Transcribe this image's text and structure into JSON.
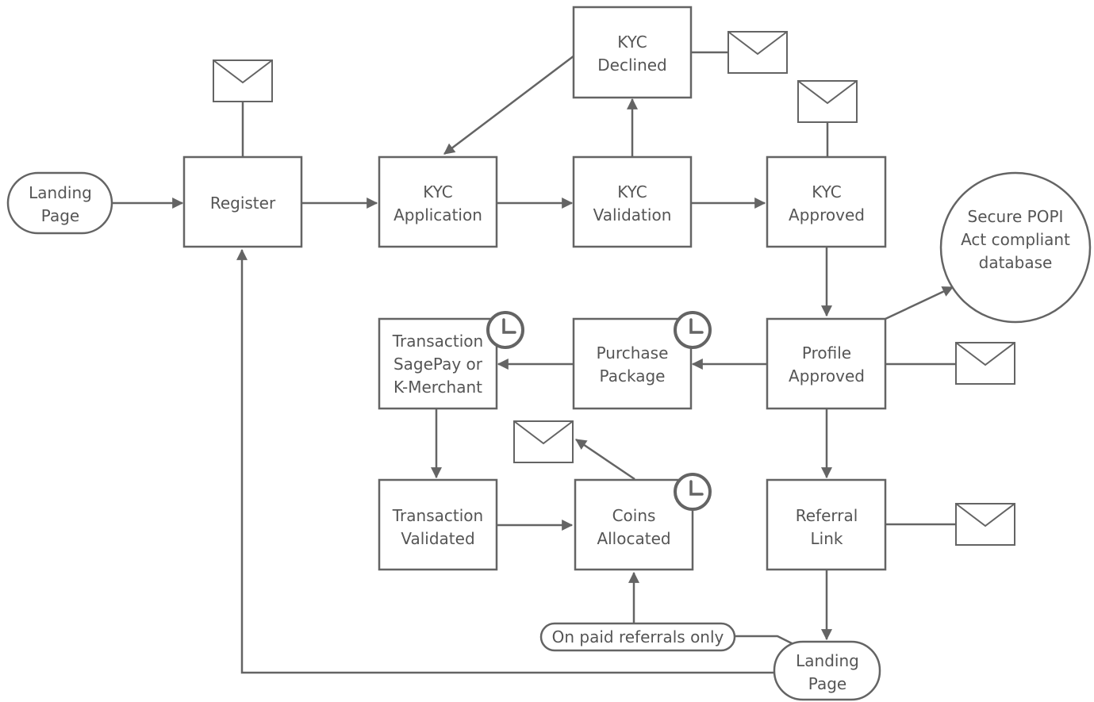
{
  "diagram": {
    "nodes": {
      "landing_start": [
        "Landing",
        "Page"
      ],
      "register": [
        "Register"
      ],
      "kyc_application": [
        "KYC",
        "Application"
      ],
      "kyc_validation": [
        "KYC",
        "Validation"
      ],
      "kyc_declined": [
        "KYC",
        "Declined"
      ],
      "kyc_approved": [
        "KYC",
        "Approved"
      ],
      "secure_db": [
        "Secure POPI",
        "Act compliant",
        "database"
      ],
      "profile_approved": [
        "Profile",
        "Approved"
      ],
      "purchase_package": [
        "Purchase",
        "Package"
      ],
      "transaction_sagepay": [
        "Transaction",
        "SagePay or",
        "K-Merchant"
      ],
      "transaction_validated": [
        "Transaction",
        "Validated"
      ],
      "coins_allocated": [
        "Coins",
        "Allocated"
      ],
      "referral_link": [
        "Referral",
        "Link"
      ],
      "landing_end": [
        "Landing",
        "Page"
      ],
      "paid_referrals_note": [
        "On paid referrals only"
      ]
    },
    "icons": {
      "email": "envelope-icon",
      "timer": "clock-icon"
    },
    "colors": {
      "stroke": "#646464",
      "text": "#555555",
      "fill": "#ffffff"
    }
  }
}
